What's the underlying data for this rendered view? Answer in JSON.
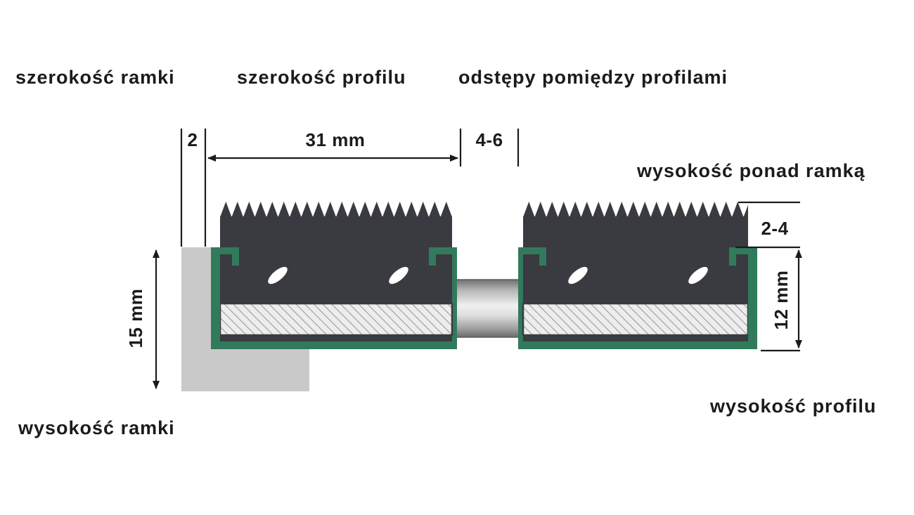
{
  "diagram": {
    "labels": {
      "frame_width": "szerokość ramki",
      "profile_width": "szerokość profilu",
      "profile_spacing": "odstępy pomiędzy profilami",
      "height_above_frame": "wysokość ponad ramką",
      "frame_height": "wysokość ramki",
      "profile_height": "wysokość profilu"
    },
    "dims": {
      "frame_lip": "2",
      "profile_width_value": "31 mm",
      "spacing_value": "4-6",
      "above_frame_value": "2-4",
      "profile_height_value": "12 mm",
      "frame_height_value": "15 mm"
    }
  },
  "colors": {
    "line": "#1b1b1b",
    "rubber_insert": "#3a3a41",
    "aluminium_channel_green": "#317a5c",
    "frame_gray": "#c9c9c9",
    "hatch_background": "#ededed",
    "hatch_line": "#9b9b9b",
    "slot_white": "#ffffff",
    "background": "#ffffff"
  }
}
